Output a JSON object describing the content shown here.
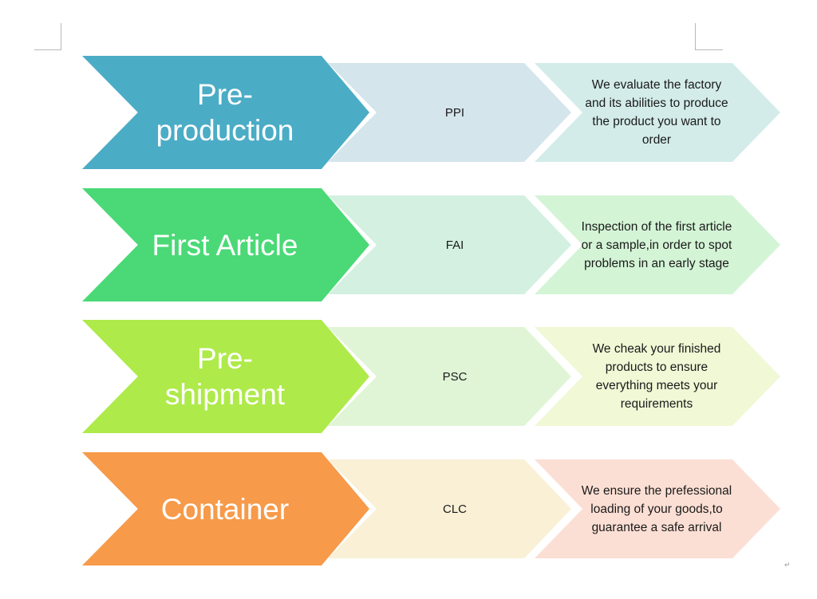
{
  "document": {
    "paragraph_mark": "↵"
  },
  "stages": [
    {
      "title": "Pre-\nproduction",
      "title_line1": "Pre-",
      "title_line2": "production",
      "code": "PPI",
      "description": "We evaluate the factory and its abilities to produce the product you want to order",
      "colors": {
        "main": "#4BACC6",
        "code_bg": "#D4E5EC",
        "desc_bg": "#D3ECEA"
      }
    },
    {
      "title": "First Article",
      "title_line1": "First Article",
      "title_line2": "",
      "code": "FAI",
      "description": "Inspection of the first article or a sample,in order to spot problems in an early stage",
      "colors": {
        "main": "#4AD976",
        "code_bg": "#D3F0E0",
        "desc_bg": "#D4F4D6"
      }
    },
    {
      "title": "Pre-\nshipment",
      "title_line1": "Pre-",
      "title_line2": "shipment",
      "code": "PSC",
      "description": "We cheak your finished products to ensure everything meets your requirements",
      "colors": {
        "main": "#AEEA4A",
        "code_bg": "#E0F5D6",
        "desc_bg": "#F0F8D6"
      }
    },
    {
      "title": "Container",
      "title_line1": "Container",
      "title_line2": "",
      "code": "CLC",
      "description": "We ensure the prefessional loading of your goods,to guarantee a safe arrival",
      "colors": {
        "main": "#F79A4A",
        "code_bg": "#F9F0D6",
        "desc_bg": "#FCDFD4"
      }
    }
  ]
}
